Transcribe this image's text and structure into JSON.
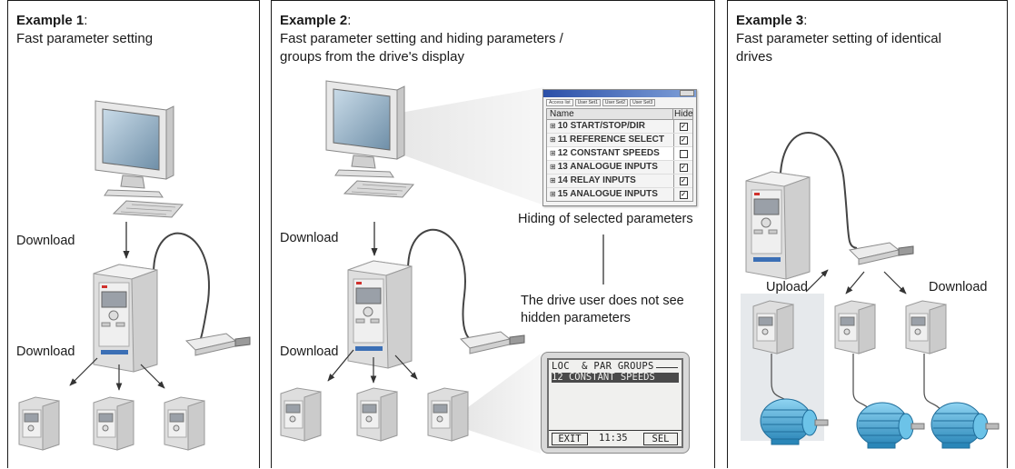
{
  "panels": [
    {
      "title_bold": "Example 1",
      "title_rest": ":",
      "description": [
        "Fast parameter setting"
      ],
      "labels": {
        "download_top": "Download",
        "download_bottom": "Download"
      }
    },
    {
      "title_bold": "Example 2",
      "title_rest": ":",
      "description": [
        "Fast parameter setting and hiding parameters /",
        "groups from the drive's display"
      ],
      "labels": {
        "download_top": "Download",
        "download_bottom": "Download",
        "hiding_caption": "Hiding of selected parameters",
        "user_note": [
          "The drive user does not see",
          "hidden parameters"
        ]
      },
      "param_window": {
        "tabs": [
          "Access list",
          "User Set1",
          "User Set2",
          "User Set3"
        ],
        "col_name": "Name",
        "col_hide": "Hide",
        "rows": [
          {
            "label": "10 START/STOP/DIR",
            "hidden": true
          },
          {
            "label": "11 REFERENCE SELECT",
            "hidden": true
          },
          {
            "label": "12 CONSTANT SPEEDS",
            "hidden": false
          },
          {
            "label": "13 ANALOGUE INPUTS",
            "hidden": true
          },
          {
            "label": "14 RELAY INPUTS",
            "hidden": true
          },
          {
            "label": "15 ANALOGUE INPUTS",
            "hidden": true
          }
        ]
      },
      "drive_display": {
        "header": "LOC  & PAR GROUPS",
        "selected": "12 CONSTANT SPEEDS",
        "softkey_left": "EXIT",
        "time": "11:35",
        "softkey_right": "SEL"
      }
    },
    {
      "title_bold": "Example 3",
      "title_rest": ":",
      "description": [
        "Fast parameter setting of identical",
        "drives"
      ],
      "labels": {
        "upload": "Upload",
        "download": "Download"
      }
    }
  ],
  "colors": {
    "motor": "#3aa6d6",
    "drive_body": "#e4e4e4",
    "lcd": "#9aa0a8",
    "screen": "#8fb0c8"
  }
}
